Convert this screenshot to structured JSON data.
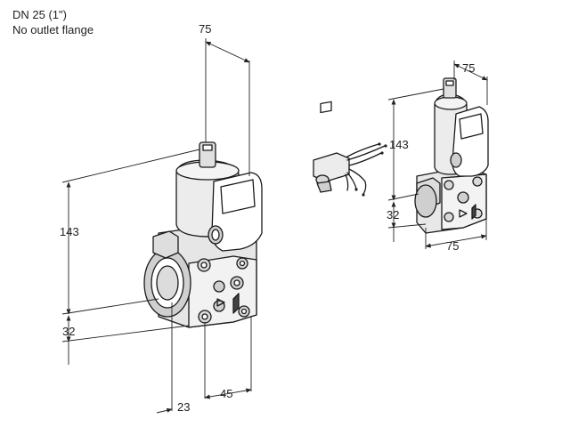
{
  "header": {
    "line1": "DN 25 (1\")",
    "line2": "No outlet flange"
  },
  "dimensions": {
    "main_width_top": "75",
    "main_height": "143",
    "main_flange_height": "32",
    "main_inlet_offset": "23",
    "main_depth": "45",
    "small_width_top": "75",
    "small_height": "143",
    "small_flange_height": "32",
    "small_width_bottom": "75"
  }
}
